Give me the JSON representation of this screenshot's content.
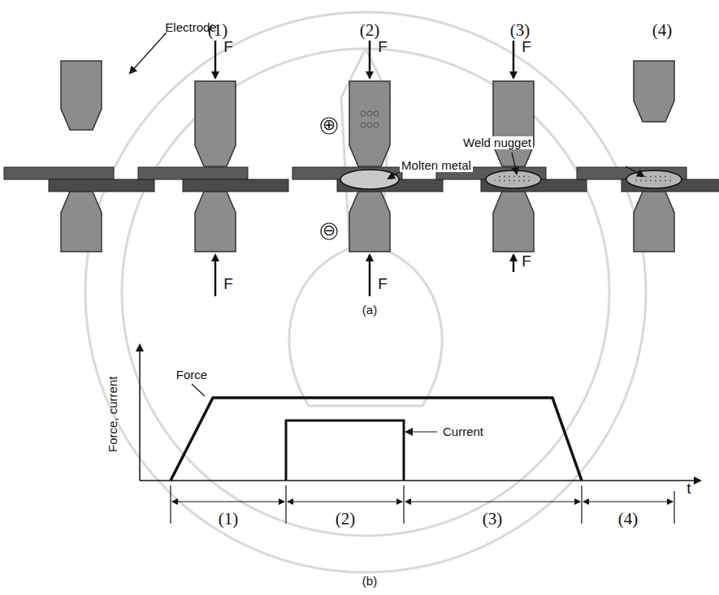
{
  "diagram": {
    "labels": [
      "(1)",
      "(2)",
      "(3)",
      "(4)",
      "Electrode",
      "F",
      "F",
      "F",
      "F",
      "F",
      "F",
      "⊕",
      "⊖",
      "Molten metal",
      "Weld nugget",
      "(a)",
      "Force, current",
      "Force",
      "Current",
      "t",
      "(1)",
      "(2)",
      "(3)",
      "(4)",
      "(b)"
    ]
  }
}
